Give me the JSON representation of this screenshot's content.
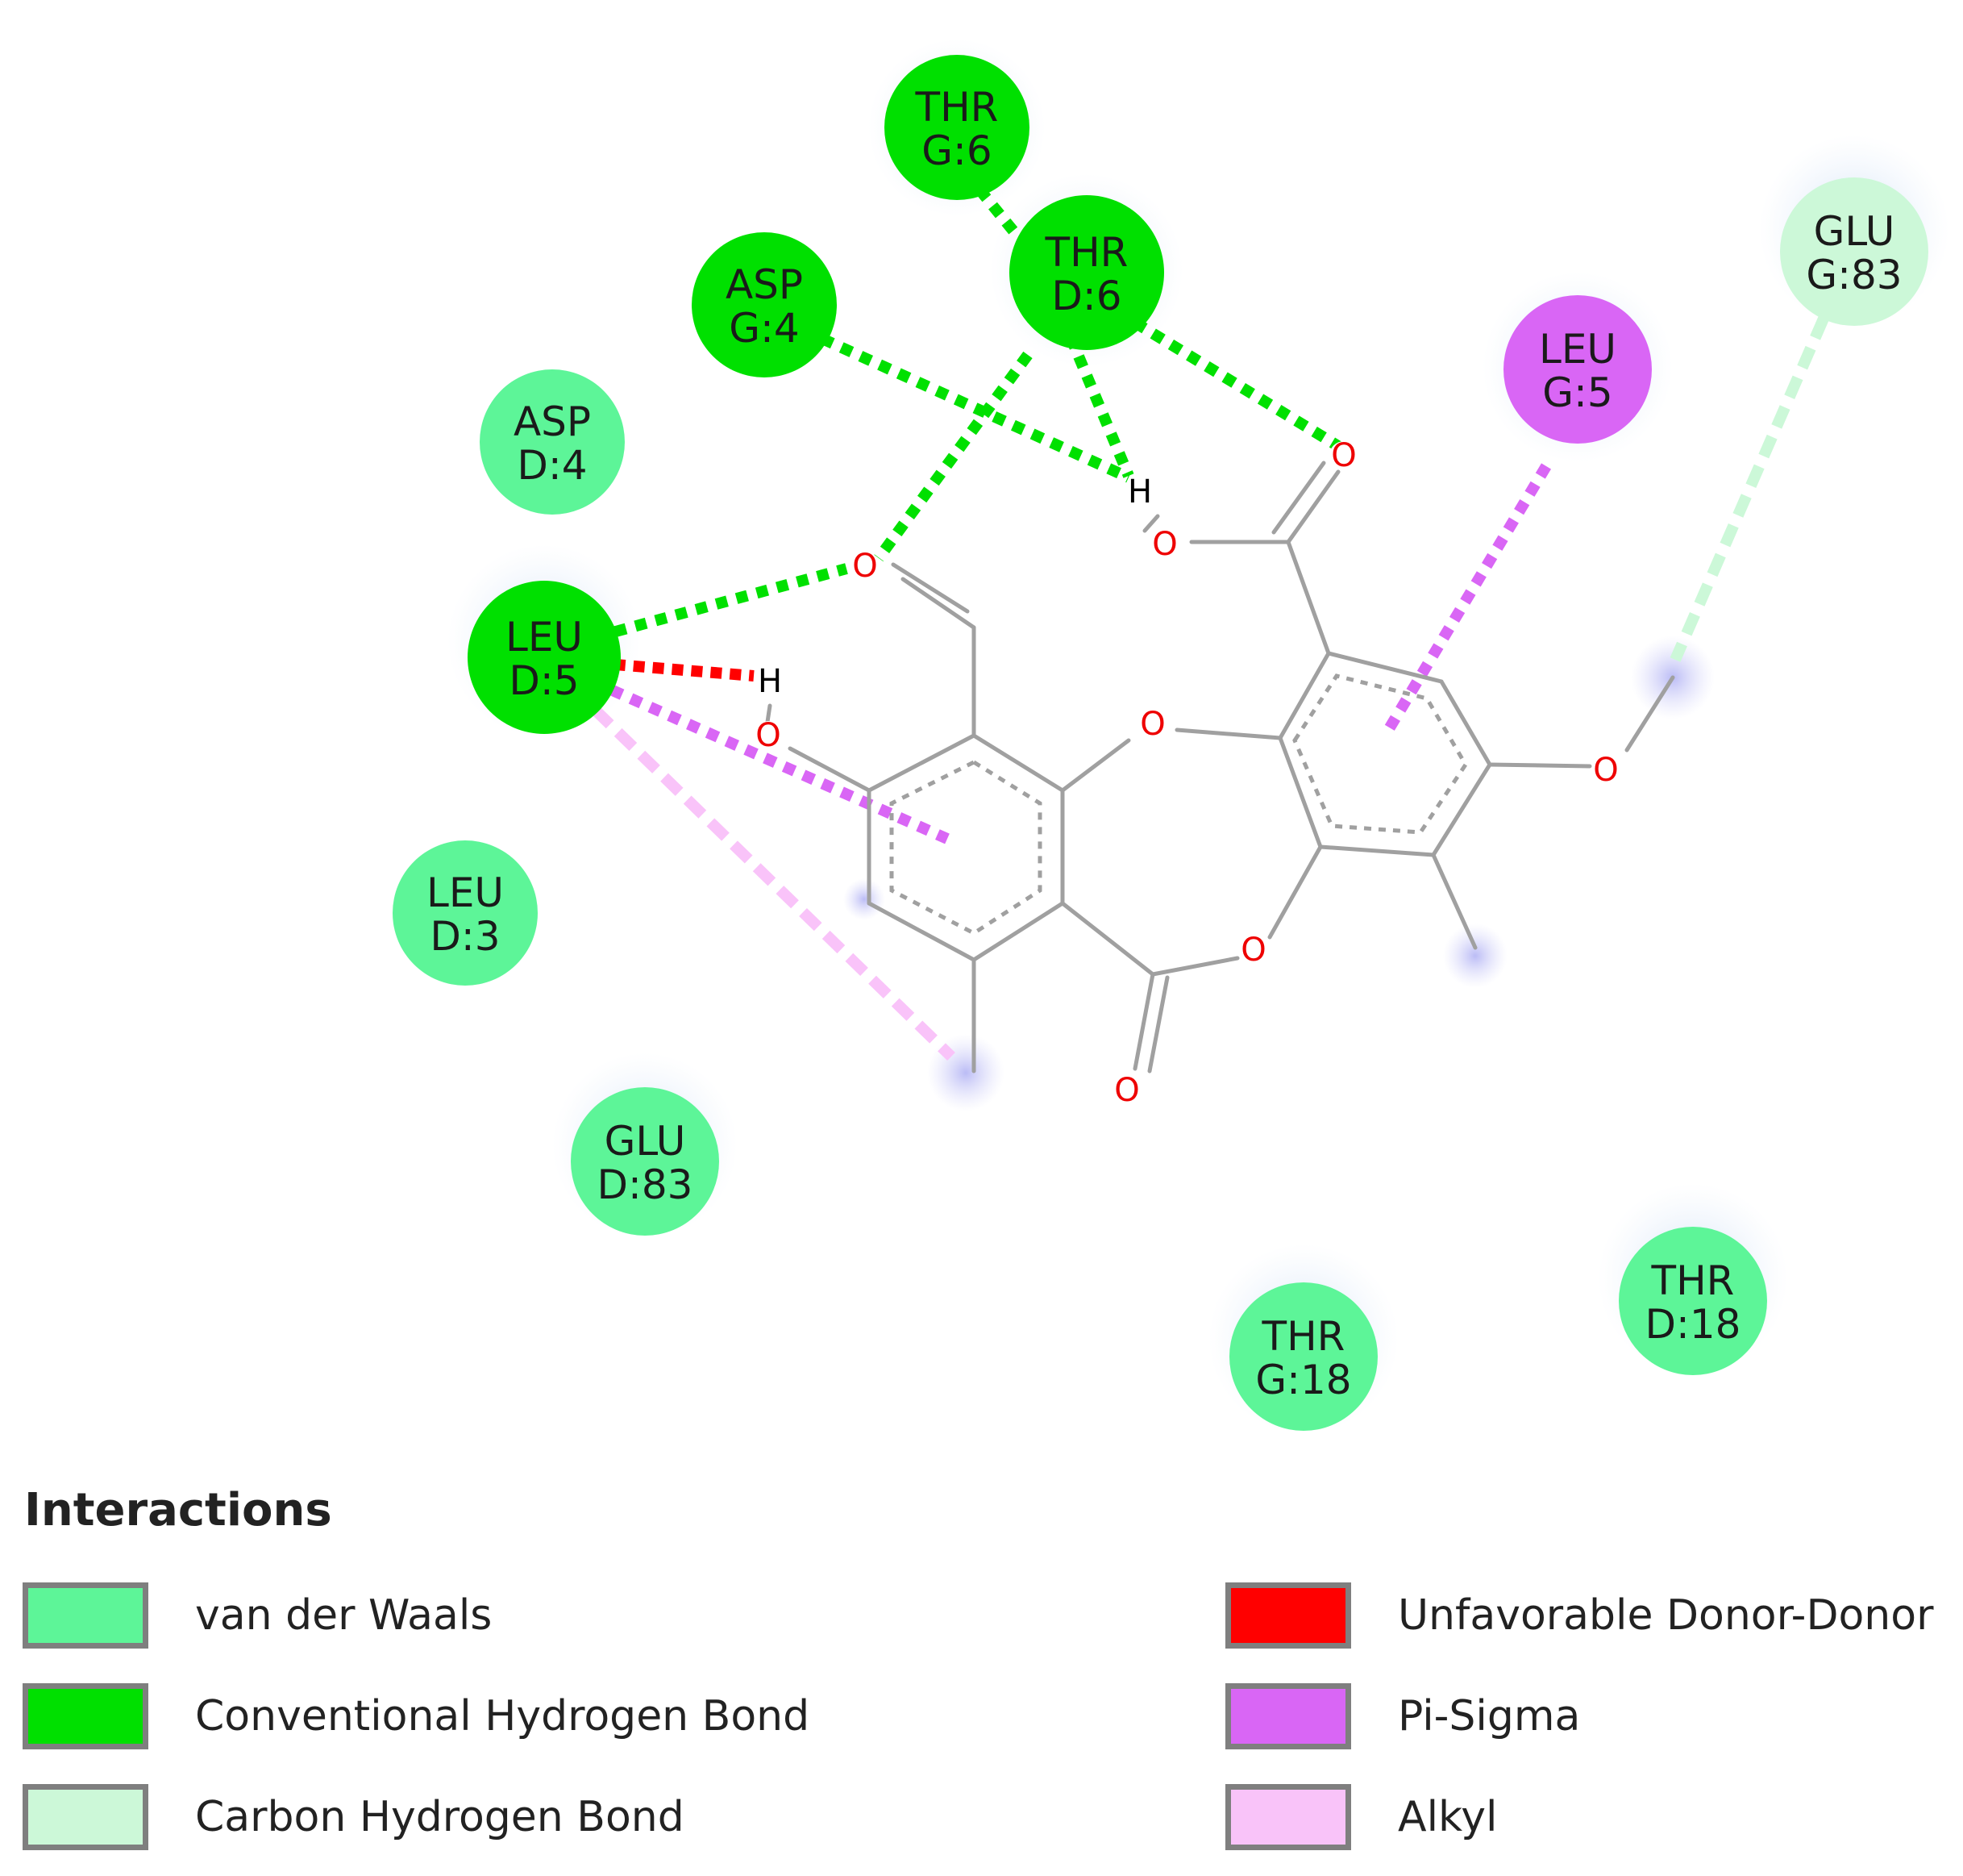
{
  "colors": {
    "van_der_waals": "#5df598",
    "conventional_h_bond": "#00e000",
    "carbon_h_bond": "#ccf8d8",
    "unfavorable_donor_donor": "#ff0000",
    "pi_sigma": "#d966f5",
    "alkyl": "#f9c3f9"
  },
  "residues": [
    {
      "id": "thr-g6",
      "line1": "THR",
      "line2": "G:6",
      "type": "conventional_h_bond"
    },
    {
      "id": "thr-d6",
      "line1": "THR",
      "line2": "D:6",
      "type": "conventional_h_bond"
    },
    {
      "id": "asp-g4",
      "line1": "ASP",
      "line2": "G:4",
      "type": "conventional_h_bond"
    },
    {
      "id": "asp-d4",
      "line1": "ASP",
      "line2": "D:4",
      "type": "van_der_waals"
    },
    {
      "id": "leu-d5",
      "line1": "LEU",
      "line2": "D:5",
      "type": "conventional_h_bond"
    },
    {
      "id": "leu-d3",
      "line1": "LEU",
      "line2": "D:3",
      "type": "van_der_waals"
    },
    {
      "id": "glu-d83",
      "line1": "GLU",
      "line2": "D:83",
      "type": "van_der_waals"
    },
    {
      "id": "leu-g5",
      "line1": "LEU",
      "line2": "G:5",
      "type": "pi_sigma"
    },
    {
      "id": "glu-g83",
      "line1": "GLU",
      "line2": "G:83",
      "type": "carbon_h_bond"
    },
    {
      "id": "thr-g18",
      "line1": "THR",
      "line2": "G:18",
      "type": "van_der_waals"
    },
    {
      "id": "thr-d18",
      "line1": "THR",
      "line2": "D:18",
      "type": "van_der_waals"
    }
  ],
  "atoms": {
    "oxygen": "O",
    "hydrogen": "H"
  },
  "legend": {
    "title": "Interactions",
    "items": [
      {
        "label": "van der Waals",
        "type": "van_der_waals"
      },
      {
        "label": "Conventional Hydrogen Bond",
        "type": "conventional_h_bond"
      },
      {
        "label": "Carbon Hydrogen Bond",
        "type": "carbon_h_bond"
      },
      {
        "label": "Unfavorable Donor-Donor",
        "type": "unfavorable_donor_donor"
      },
      {
        "label": "Pi-Sigma",
        "type": "pi_sigma"
      },
      {
        "label": "Alkyl",
        "type": "alkyl"
      }
    ]
  }
}
